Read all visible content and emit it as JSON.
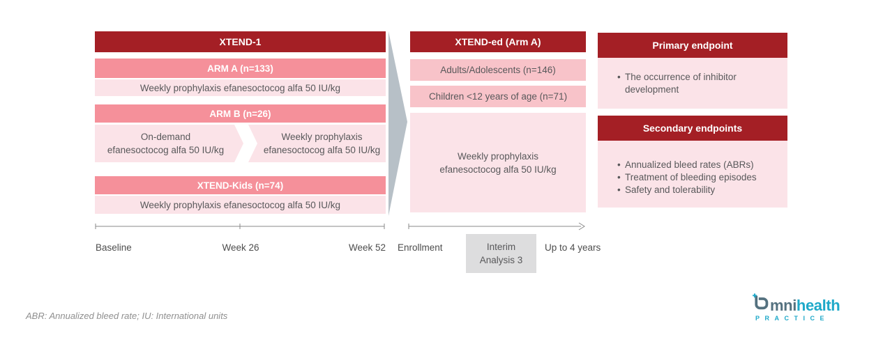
{
  "colors": {
    "dark_red": "#A41F25",
    "pink": "#F5909A",
    "pale_pink": "#FBE3E8",
    "mid_pink": "#F8C3C9",
    "arrow_gray": "#B7C0C7",
    "interim_gray": "#DDDDDE",
    "text_gray": "#58585A",
    "logo_slate": "#54717F",
    "logo_cyan": "#1FA9C9"
  },
  "xtend1": {
    "title": "XTEND-1",
    "arm_a": {
      "label": "ARM A (n=133)",
      "treatment": "Weekly prophylaxis efanesoctocog alfa 50 IU/kg"
    },
    "arm_b": {
      "label": "ARM B (n=26)",
      "phase_1": "On-demand\nefanesoctocog alfa 50 IU/kg",
      "phase_2": "Weekly prophylaxis\nefanesoctocog alfa 50 IU/kg"
    },
    "xtend_kids": {
      "label": "XTEND-Kids (n=74)",
      "treatment": "Weekly prophylaxis efanesoctocog alfa 50 IU/kg"
    },
    "timeline": {
      "start": "Baseline",
      "mid": "Week 26",
      "end": "Week 52"
    }
  },
  "xtend_ed": {
    "title": "XTEND-ed (Arm A)",
    "group_1": "Adults/Adolescents (n=146)",
    "group_2": "Children <12 years of age (n=71)",
    "treatment": "Weekly prophylaxis\nefanesoctocog alfa 50 IU/kg",
    "timeline": {
      "start": "Enrollment",
      "interim": "Interim\nAnalysis 3",
      "end": "Up to 4 years"
    }
  },
  "endpoints": {
    "primary": {
      "title": "Primary endpoint",
      "items": [
        "The occurrence of inhibitor development"
      ]
    },
    "secondary": {
      "title": "Secondary endpoints",
      "items": [
        "Annualized bleed rates (ABRs)",
        "Treatment of bleeding episodes",
        "Safety and tolerability"
      ]
    }
  },
  "footnote": "ABR: Annualized bleed rate; IU: International units",
  "logo": {
    "brand_prefix": "mni",
    "brand_suffix": "health",
    "tagline": "PRACTICE"
  }
}
